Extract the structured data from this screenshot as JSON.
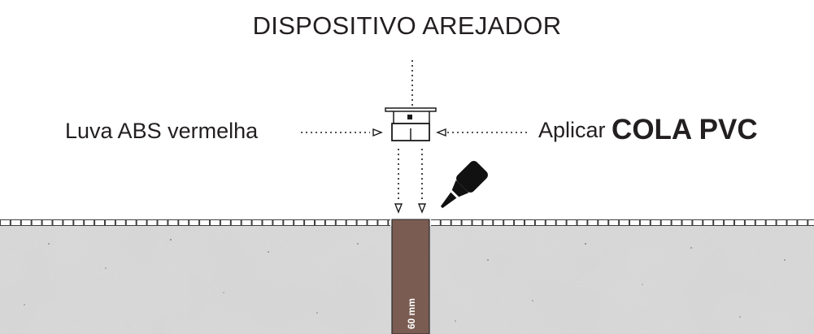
{
  "title": "DISPOSITIVO AREJADOR",
  "labels": {
    "left": "Luva ABS vermelha",
    "right_prefix": "Aplicar",
    "right_bold": "COLA PVC",
    "depth": "60 mm"
  },
  "icons": {
    "glue": "glue-bottle-icon"
  },
  "colors": {
    "text": "#231f20",
    "hole": "#7a5c52",
    "concrete": "#dcdcdc",
    "tiles": "#ffffff"
  }
}
